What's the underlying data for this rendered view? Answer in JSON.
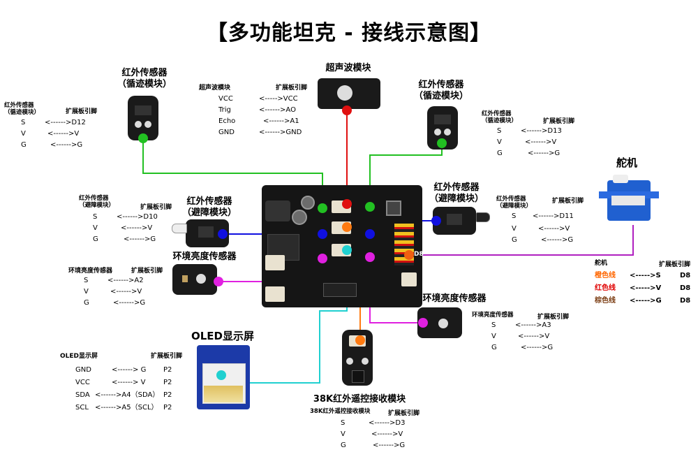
{
  "title": "【多功能坦克 - 接线示意图】",
  "ir_track_left": {
    "label": "红外传感器\n（循迹模块）",
    "table_header_a": "红外传感器\n（循迹模块）",
    "table_header_b": "扩展板引脚",
    "rows": [
      [
        "S",
        "<------>D12"
      ],
      [
        "V",
        "<------>V"
      ],
      [
        "G",
        "<------>G"
      ]
    ]
  },
  "ultrasonic": {
    "label": "超声波模块",
    "table_header_a": "超声波模块",
    "table_header_b": "扩展板引脚",
    "rows": [
      [
        "VCC",
        "<----->VCC"
      ],
      [
        "Trig",
        "<------>AO"
      ],
      [
        "Echo",
        "<------>A1"
      ],
      [
        "GND",
        "<------>GND"
      ]
    ]
  },
  "ir_track_right": {
    "label": "红外传感器\n（循迹模块）",
    "table_header_a": "红外传感器\n（循迹模块）",
    "table_header_b": "扩展板引脚",
    "rows": [
      [
        "S",
        "<------>D13"
      ],
      [
        "V",
        "<------>V"
      ],
      [
        "G",
        "<------>G"
      ]
    ]
  },
  "servo": {
    "label": "舵机",
    "table_header_a": "舵机",
    "table_header_b": "扩展板引脚",
    "rows": [
      [
        "橙色线",
        "<----->S",
        "D8"
      ],
      [
        "红色线",
        "<----->V",
        "D8"
      ],
      [
        "棕色线",
        "<----->G",
        "D8"
      ]
    ],
    "row_colors": [
      "#ff6600",
      "#e00000",
      "#7a3b10"
    ]
  },
  "ir_avoid_left": {
    "label": "红外传感器\n（避障模块）",
    "table_header_a": "红外传感器\n（避障模块）",
    "table_header_b": "扩展板引脚",
    "rows": [
      [
        "S",
        "<------>D10"
      ],
      [
        "V",
        "<------>V"
      ],
      [
        "G",
        "<------>G"
      ]
    ]
  },
  "ir_avoid_right": {
    "label": "红外传感器\n（避障模块）",
    "table_header_a": "红外传感器\n（避障模块）",
    "table_header_b": "扩展板引脚",
    "rows": [
      [
        "S",
        "<------>D11"
      ],
      [
        "V",
        "<------>V"
      ],
      [
        "G",
        "<------>G"
      ]
    ]
  },
  "light_left": {
    "label": "环境亮度传感器",
    "table_header_a": "环境亮度传感器",
    "table_header_b": "扩展板引脚",
    "rows": [
      [
        "S",
        "<------>A2"
      ],
      [
        "V",
        "<------>V"
      ],
      [
        "G",
        "<------>G"
      ]
    ]
  },
  "light_right": {
    "label": "环境亮度传感器",
    "table_header_a": "环境亮度传感器",
    "table_header_b": "扩展板引脚",
    "rows": [
      [
        "S",
        "<------>A3"
      ],
      [
        "V",
        "<------>V"
      ],
      [
        "G",
        "<------>G"
      ]
    ]
  },
  "oled": {
    "label": "OLED显示屏",
    "table_header_a": "OLED显示屏",
    "table_header_b": "扩展板引脚",
    "rows": [
      [
        "GND",
        "<------> G",
        "P2"
      ],
      [
        "VCC",
        "<------> V",
        "P2"
      ],
      [
        "SDA",
        "<------>A4（SDA）",
        "P2"
      ],
      [
        "SCL",
        "<------>A5（SCL）",
        "P2"
      ]
    ]
  },
  "ir_receiver": {
    "label": "38K红外遥控接收模块",
    "table_header_a": "38K红外遥控接收模块",
    "table_header_b": "扩展板引脚",
    "rows": [
      [
        "S",
        "<------>D3"
      ],
      [
        "V",
        "<------>V"
      ],
      [
        "G",
        "<------>G"
      ]
    ]
  },
  "board": {
    "pin_label": "D8"
  },
  "colors": {
    "green": "#22c022",
    "red": "#e01010",
    "blue": "#1010e0",
    "magenta": "#e020e0",
    "cyan": "#20d0d0",
    "orange": "#ff7a10",
    "purple": "#b020c0"
  }
}
